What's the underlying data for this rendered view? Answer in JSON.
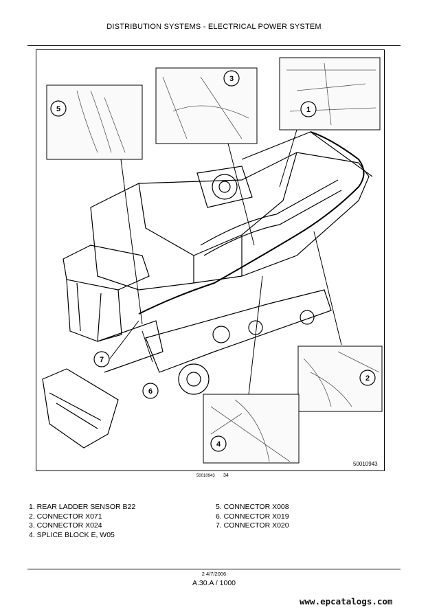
{
  "header": {
    "title": "DISTRIBUTION SYSTEMS - ELECTRICAL POWER SYSTEM"
  },
  "figure": {
    "id": "50010943",
    "ref_small": "50010943",
    "page_small": "34",
    "callouts": [
      "1",
      "2",
      "3",
      "4",
      "5",
      "6",
      "7"
    ]
  },
  "legend": {
    "left": [
      "1. REAR LADDER SENSOR B22",
      "2. CONNECTOR X071",
      "3. CONNECTOR X024",
      "4. SPLICE BLOCK E, W05"
    ],
    "right": [
      "5. CONNECTOR X008",
      "6. CONNECTOR X019",
      "7. CONNECTOR X020"
    ]
  },
  "footer": {
    "date": "2 4/7/2006",
    "page": "A.30.A / 1000"
  },
  "watermark": "www.epcatalogs.com"
}
